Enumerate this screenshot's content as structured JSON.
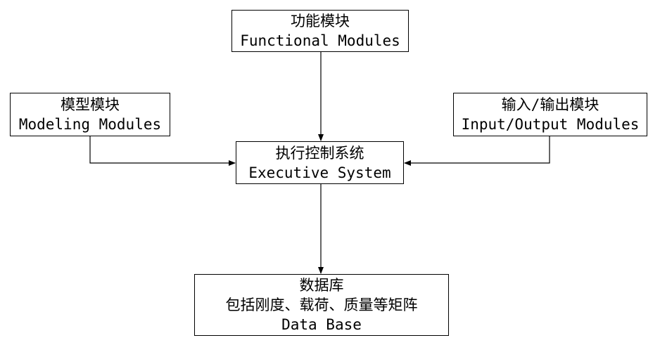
{
  "diagram": {
    "functional_modules": {
      "line_cn": "功能模块",
      "line_en": "Functional Modules"
    },
    "modeling_modules": {
      "line_cn": "模型模块",
      "line_en": "Modeling Modules"
    },
    "io_modules": {
      "line_cn": "输入/输出模块",
      "line_en": "Input/Output Modules"
    },
    "executive_system": {
      "line_cn": "执行控制系统",
      "line_en": "Executive System"
    },
    "database": {
      "line_cn1": "数据库",
      "line_cn2": "包括刚度、载荷、质量等矩阵",
      "line_en": "Data Base"
    },
    "connections": [
      {
        "from": "Functional Modules",
        "to": "Executive System"
      },
      {
        "from": "Modeling Modules",
        "to": "Executive System"
      },
      {
        "from": "Input/Output Modules",
        "to": "Executive System"
      },
      {
        "from": "Executive System",
        "to": "Data Base"
      }
    ]
  }
}
